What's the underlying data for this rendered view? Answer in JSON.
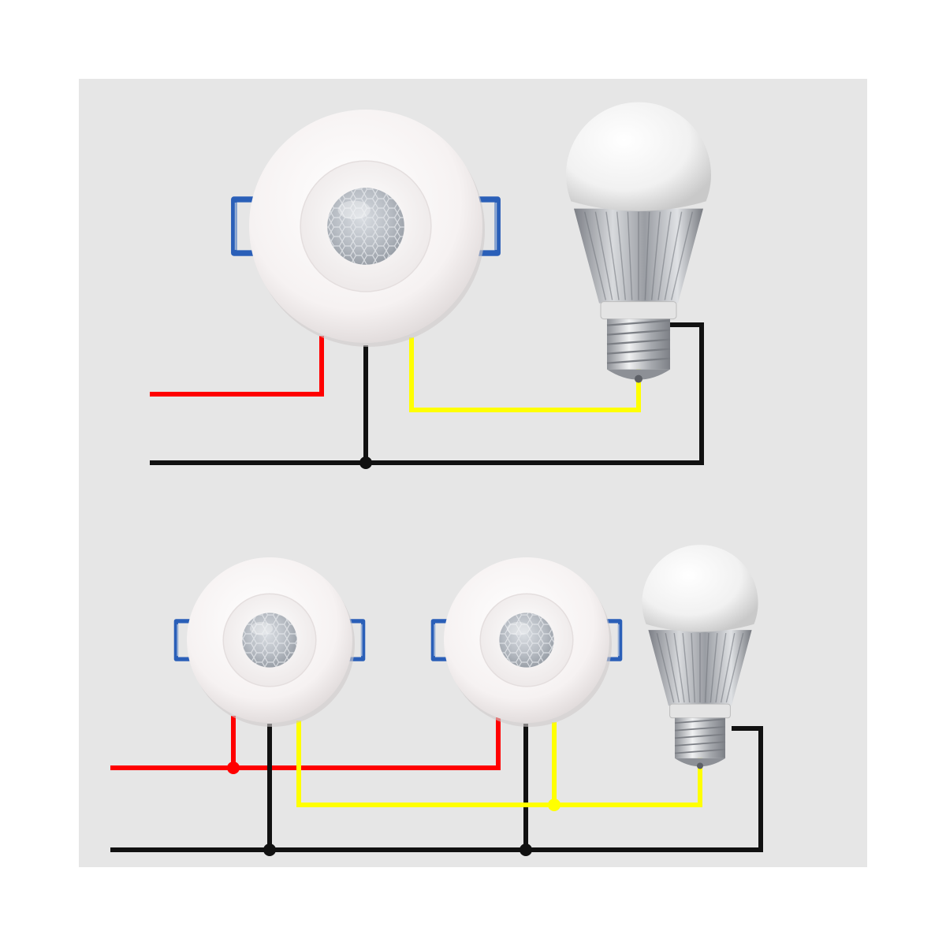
{
  "colors": {
    "page_background": "#ffffff",
    "panel_background": "#e6e6e6",
    "wire_live": "#ff0000",
    "wire_neutral": "#111111",
    "wire_switched": "#ffff00",
    "clip_blue": "#2a5fb8",
    "sensor_white": "#f7f4f4",
    "bulb_glass": "#f2f2f2",
    "bulb_heatsink": "#a8aab0"
  },
  "diagram": {
    "description_type": "pir-motion-sensor-wiring",
    "icons": [
      "pir-sensor-icon",
      "led-bulb-icon",
      "mounting-clip-icon",
      "junction-dot-icon"
    ],
    "circuits": [
      {
        "id": "single-sensor-circuit",
        "sensors": 1,
        "bulbs": 1,
        "wires": [
          "live",
          "neutral",
          "switched"
        ]
      },
      {
        "id": "dual-sensor-circuit",
        "sensors": 2,
        "bulbs": 1,
        "wires": [
          "live",
          "neutral",
          "switched"
        ]
      }
    ]
  }
}
